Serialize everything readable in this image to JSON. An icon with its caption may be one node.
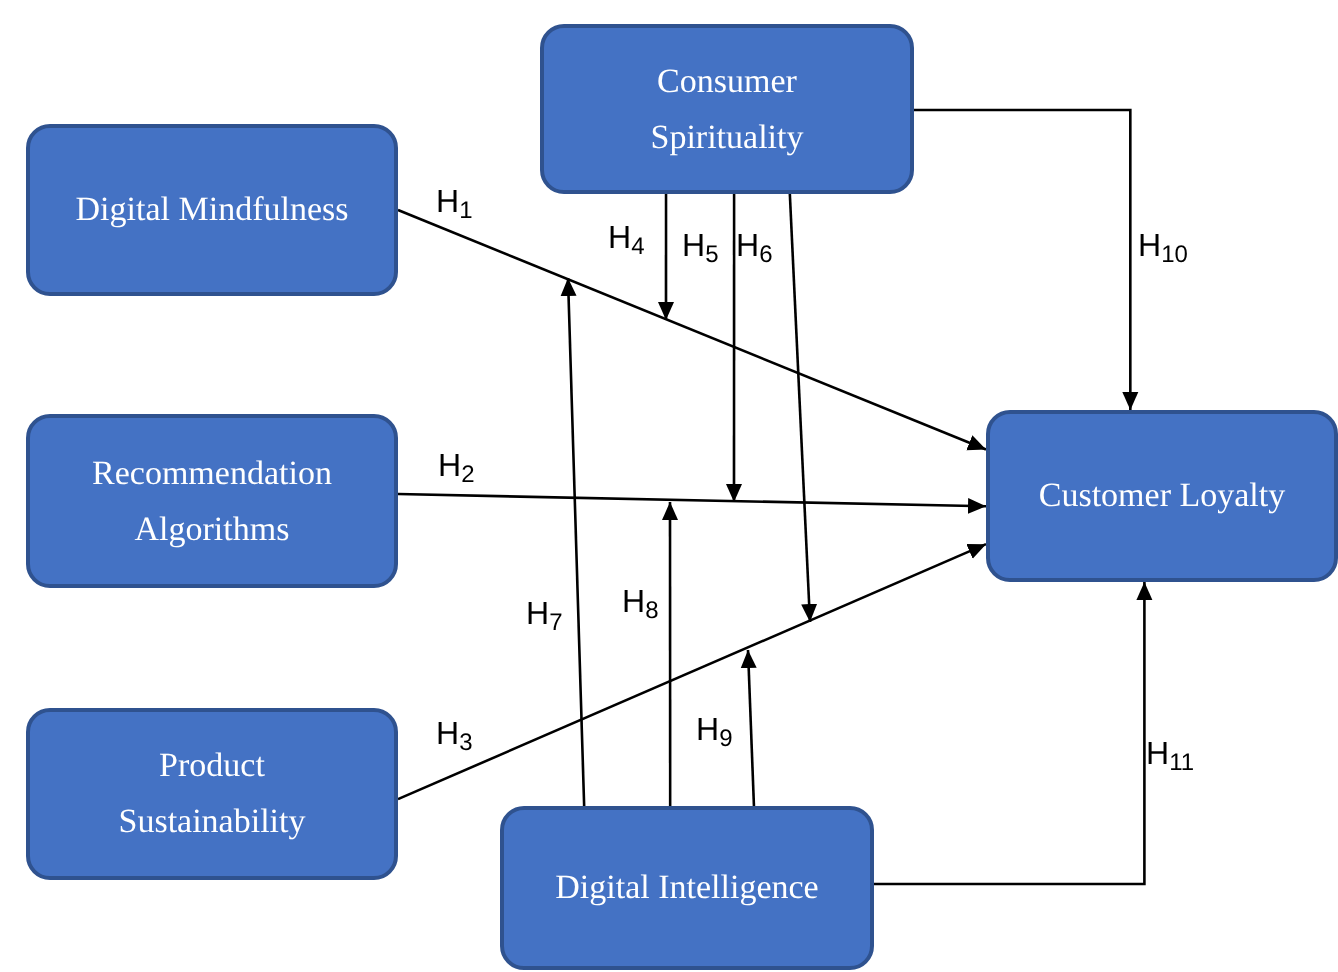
{
  "diagram": {
    "nodes": [
      {
        "text": [
          "Consumer Spirituality"
        ]
      },
      {
        "text": [
          "Digital Mindfulness"
        ]
      },
      {
        "text": [
          "Recommendation Algorithms"
        ]
      },
      {
        "text": [
          "Customer Loyalty"
        ]
      },
      {
        "text": [
          "Product Sustainability"
        ]
      },
      {
        "text": [
          "Digital Intelligence"
        ]
      }
    ],
    "edges": [
      {
        "from": 1,
        "to": 3,
        "arrow": "to",
        "label": "H$_{1}$"
      },
      {
        "from": 2,
        "to": 3,
        "arrow": "to",
        "label": "H$_{2}$"
      },
      {
        "from": 4,
        "to": 3,
        "arrow": "to",
        "label": "H$_{3}$"
      },
      {
        "from": 0,
        "to": null,
        "arrow": "to",
        "label": "H$_{4}$"
      },
      {
        "from": 0,
        "to": null,
        "arrow": "to",
        "label": "H$_{5}$"
      },
      {
        "from": 0,
        "to": null,
        "arrow": "to",
        "label": "H$_{6}$"
      },
      {
        "from": 5,
        "to": null,
        "arrow": "to",
        "label": "H$_{7}$"
      },
      {
        "from": 5,
        "to": null,
        "arrow": "to",
        "label": "H$_{8}$"
      },
      {
        "from": 5,
        "to": null,
        "arrow": "to",
        "label": "H$_{9}$"
      },
      {
        "from": 0,
        "to": 3,
        "arrow": "to",
        "label": "H$_{10}$"
      },
      {
        "from": 5,
        "to": 3,
        "arrow": "to",
        "label": "H$_{11}$"
      }
    ]
  }
}
